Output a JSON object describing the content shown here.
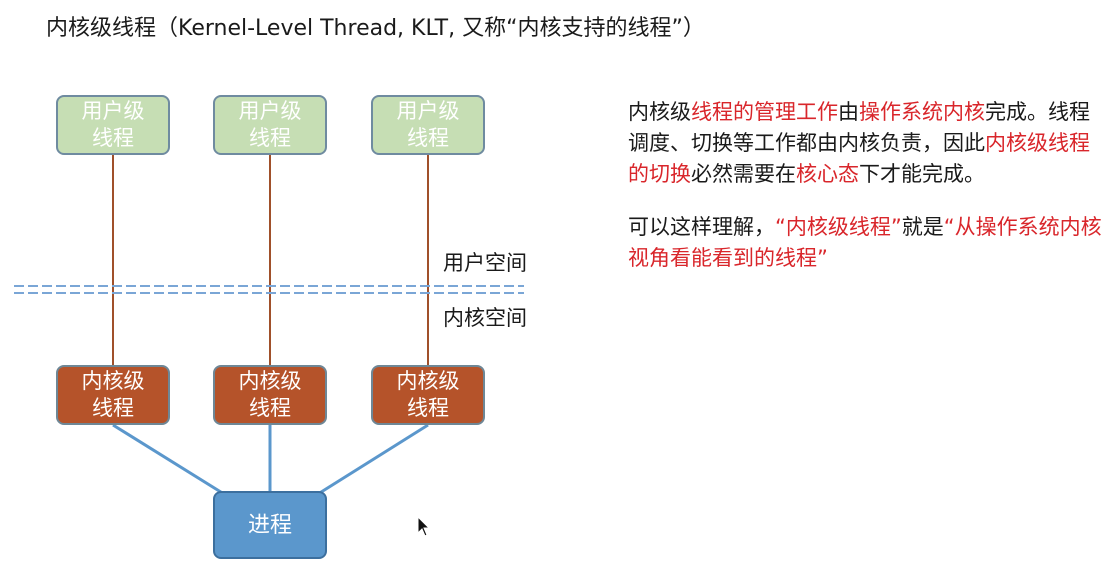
{
  "title": "内核级线程（Kernel-Level Thread, KLT, 又称“内核支持的线程”）",
  "diagram": {
    "user_threads": [
      {
        "line1": "用户级",
        "line2": "线程"
      },
      {
        "line1": "用户级",
        "line2": "线程"
      },
      {
        "line1": "用户级",
        "line2": "线程"
      }
    ],
    "kernel_threads": [
      {
        "line1": "内核级",
        "line2": "线程"
      },
      {
        "line1": "内核级",
        "line2": "线程"
      },
      {
        "line1": "内核级",
        "line2": "线程"
      }
    ],
    "process_label": "进程",
    "user_space_label": "用户空间",
    "kernel_space_label": "内核空间"
  },
  "description": {
    "paragraph1": [
      {
        "text": "内核级",
        "red": false
      },
      {
        "text": "线程的管理工作",
        "red": true
      },
      {
        "text": "由",
        "red": false
      },
      {
        "text": "操作系统内核",
        "red": true
      },
      {
        "text": "完成。线程调度、切换等工作都由内核负责，因此",
        "red": false
      },
      {
        "text": "内核级线程的切换",
        "red": true
      },
      {
        "text": "必然需要在",
        "red": false
      },
      {
        "text": "核心态",
        "red": true
      },
      {
        "text": "下才能完成。",
        "red": false
      }
    ],
    "paragraph2": [
      {
        "text": "可以这样理解，",
        "red": false
      },
      {
        "text": "“内核级线程”",
        "red": true
      },
      {
        "text": "就是",
        "red": false
      },
      {
        "text": "“从操作系统内核视角看能看到的线程”",
        "red": true
      }
    ]
  },
  "colors": {
    "user_thread_fill": "#c6deb4",
    "kernel_thread_fill": "#b5532a",
    "process_fill": "#5b97cc",
    "user_kernel_link": "#a0502a",
    "process_link": "#5b97cc",
    "boundary_line": "#7aa6d6",
    "highlight_text": "#d9262b"
  }
}
